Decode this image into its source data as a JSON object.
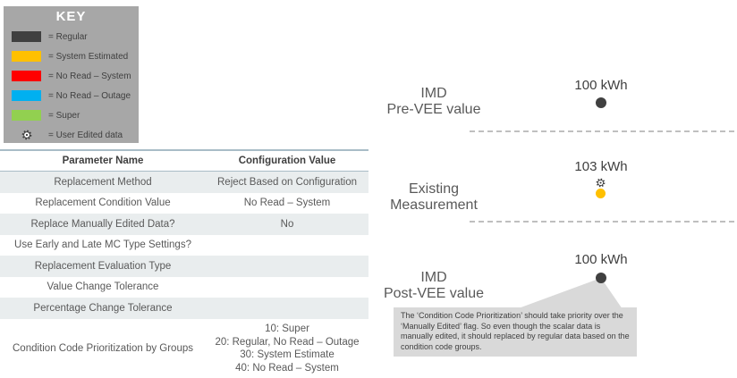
{
  "key": {
    "title": "KEY",
    "items": [
      {
        "icon": "regular-swatch",
        "label": "= Regular"
      },
      {
        "icon": "system-estimated-swatch",
        "label": "= System Estimated"
      },
      {
        "icon": "no-read-system-swatch",
        "label": "= No Read – System"
      },
      {
        "icon": "no-read-outage-swatch",
        "label": "= No Read – Outage"
      },
      {
        "icon": "super-swatch",
        "label": "= Super"
      },
      {
        "icon": "gear-icon",
        "label": "= User Edited data"
      }
    ]
  },
  "colors": {
    "regular": "#404040",
    "system_estimated": "#FFC000",
    "no_read_system": "#FF0000",
    "no_read_outage": "#00B0F0",
    "super": "#92D050",
    "legend_background": "#a7a7a7",
    "callout_background": "#d9d9d9"
  },
  "table": {
    "headers": {
      "name": "Parameter Name",
      "value": "Configuration Value"
    },
    "rows": [
      {
        "name": "Replacement Method",
        "value": "Reject Based on Configuration"
      },
      {
        "name": "Replacement Condition Value",
        "value": "No Read – System"
      },
      {
        "name": "Replace Manually Edited Data?",
        "value": "No"
      },
      {
        "name": "Use Early and Late MC Type Settings?",
        "value": ""
      },
      {
        "name": "Replacement Evaluation Type",
        "value": ""
      },
      {
        "name": "Value Change Tolerance",
        "value": ""
      },
      {
        "name": "Percentage Change Tolerance",
        "value": ""
      },
      {
        "name": "Condition Code Prioritization by Groups",
        "value": "10: Super\n20: Regular, No Read – Outage\n30: System Estimate\n40: No Read – System"
      }
    ]
  },
  "diagram": {
    "sections": [
      {
        "label": "IMD\nPre-VEE value",
        "value": "100 kWh",
        "marker": "regular"
      },
      {
        "label": "Existing\nMeasurement",
        "value": "103 kWh",
        "marker": "system-estimated",
        "user_edited": true
      },
      {
        "label": "IMD\nPost-VEE value",
        "value": "100 kWh",
        "marker": "regular"
      }
    ],
    "callout": "The ‘Condition Code Prioritization’ should take priority over the ‘Manually Edited’ flag.  So even though the scalar data is manually edited, it should replaced by regular data based on the condition code groups."
  }
}
